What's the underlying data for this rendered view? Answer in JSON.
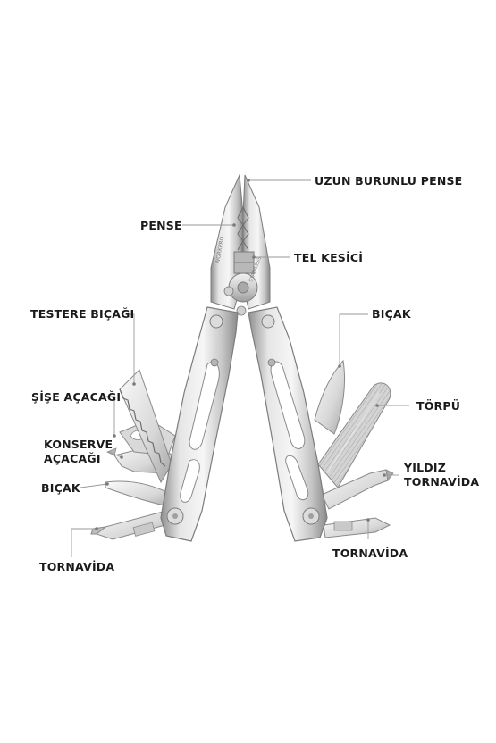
{
  "labels": {
    "long_nose_pliers": "UZUN BURUNLU PENSE",
    "pliers": "PENSE",
    "wire_cutter": "TEL KESİCİ",
    "saw_blade": "TESTERE BIÇAĞI",
    "knife_right": "BIÇAK",
    "bottle_opener": "ŞİŞE AÇACAĞI",
    "file": "TÖRPÜ",
    "can_opener_line1": "KONSERVE",
    "can_opener_line2": "AÇACAĞI",
    "star_screwdriver_line1": "YILDIZ",
    "star_screwdriver_line2": "TORNAVİDA",
    "knife_left": "BIÇAK",
    "screwdriver_left": "TORNAVİDA",
    "screwdriver_right": "TORNAVİDA"
  },
  "engraving": {
    "brand": "WORKPRO",
    "stamp": "STAINLESS"
  },
  "colors": {
    "steel_light": "#e9e9e9",
    "steel_mid": "#c4c4c4",
    "steel_dark": "#8c8c8c",
    "text": "#1a1a1a",
    "leader": "#9a9a9a"
  }
}
